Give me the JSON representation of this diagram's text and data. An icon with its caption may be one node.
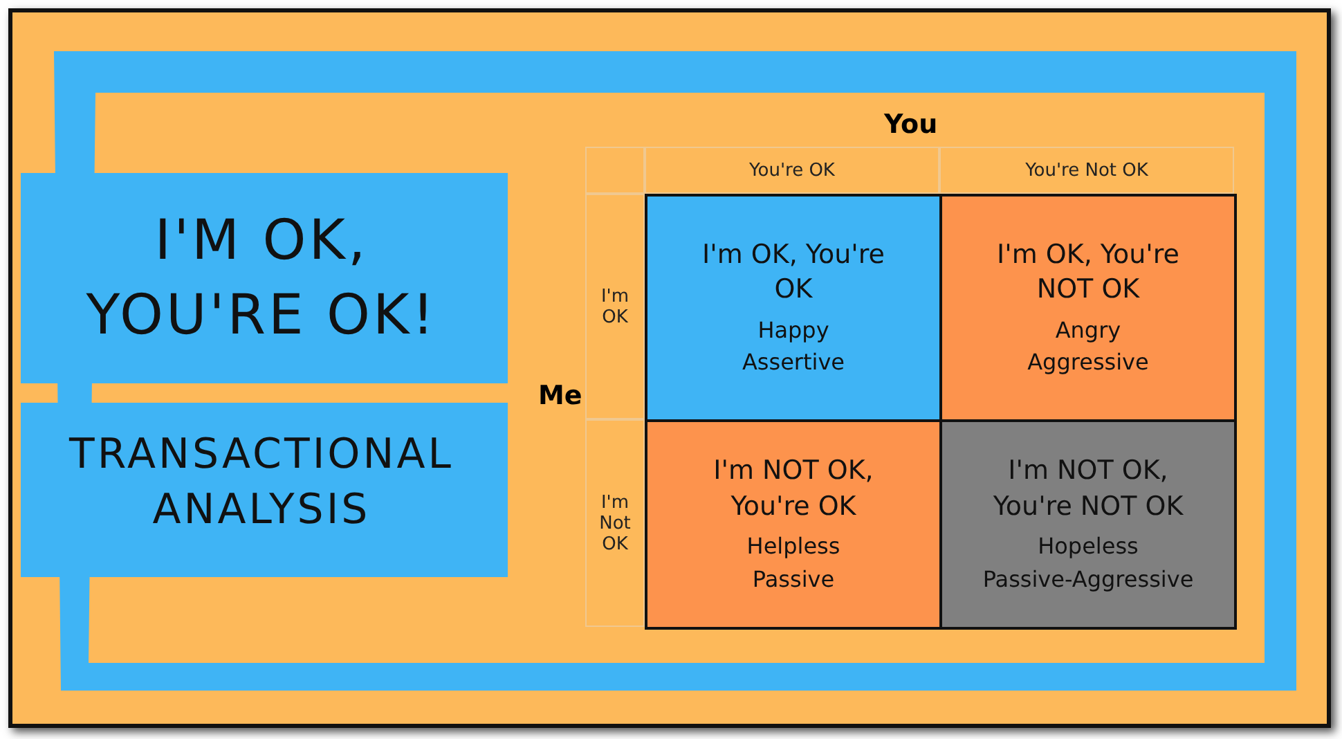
{
  "diagram": {
    "title": "I'M OK, YOU'RE OK!",
    "nodes": [
      {
        "text": [
          "I'm OK, You're OK",
          "Happy",
          "Assertive"
        ]
      },
      {
        "text": [
          "I'm OK, You're NOT OK",
          "Angry",
          "Aggressive"
        ]
      },
      {
        "text": [
          "I'm NOT OK, You're OK",
          "Helpless",
          "Passive"
        ]
      },
      {
        "text": [
          "I'm NOT OK, You're NOT OK",
          "Hopeless",
          "Passive-Aggressive"
        ]
      }
    ],
    "labels": [
      "TRANSACTIONAL ANALYSIS",
      "You",
      "You're OK",
      "You're Not OK",
      "Me",
      "I'm OK",
      "I'm Not OK"
    ]
  }
}
